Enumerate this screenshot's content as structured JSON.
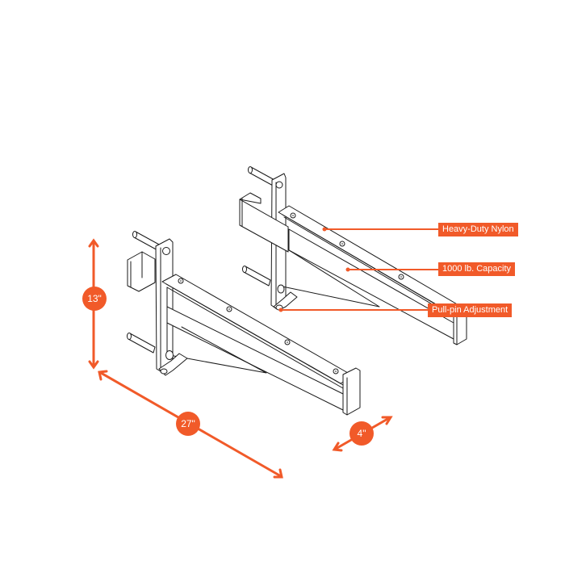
{
  "diagram": {
    "subject": "Pair of rack-mounted spotter arm brackets (isometric line drawing)",
    "accent_color": "#f15a29",
    "line_color": "#1a1a1a",
    "background": "#ffffff"
  },
  "callouts": [
    {
      "id": "nylon",
      "label": "Heavy-Duty Nylon"
    },
    {
      "id": "capacity",
      "label": "1000 lb. Capacity"
    },
    {
      "id": "pullpin",
      "label": "Pull-pin Adjustment"
    }
  ],
  "dimensions": {
    "height": {
      "label": "13\""
    },
    "length": {
      "label": "27\""
    },
    "width": {
      "label": "4\""
    }
  }
}
